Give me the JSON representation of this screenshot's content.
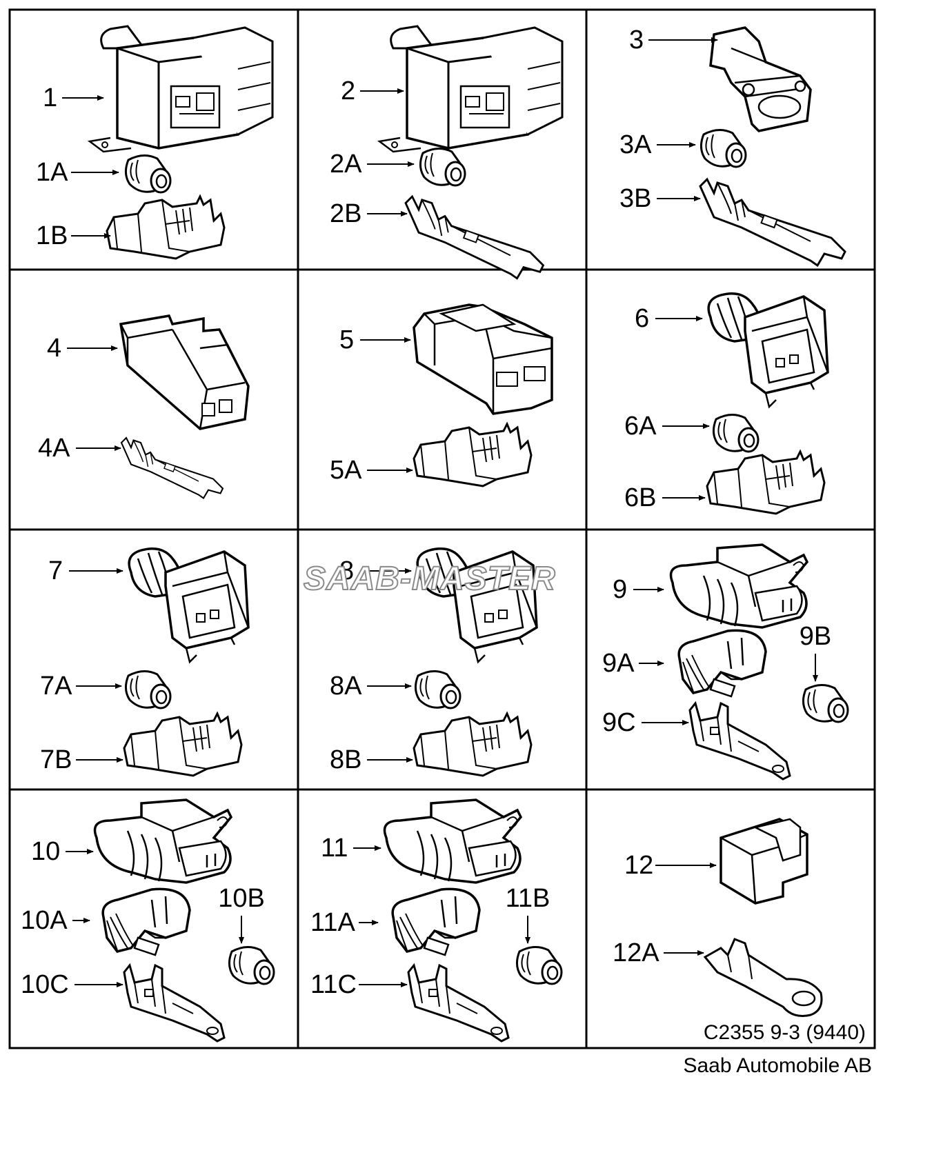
{
  "figure": {
    "drawing_code": "C2355 9-3 (9440)",
    "copyright": "Saab Automobile AB",
    "watermark": "SAAB-MASTER"
  },
  "cells": [
    {
      "labels": [
        "1",
        "1A",
        "1B"
      ]
    },
    {
      "labels": [
        "2",
        "2A",
        "2B"
      ]
    },
    {
      "labels": [
        "3",
        "3A",
        "3B"
      ]
    },
    {
      "labels": [
        "4",
        "4A"
      ]
    },
    {
      "labels": [
        "5",
        "5A"
      ]
    },
    {
      "labels": [
        "6",
        "6A",
        "6B"
      ]
    },
    {
      "labels": [
        "7",
        "7A",
        "7B"
      ]
    },
    {
      "labels": [
        "8",
        "8A",
        "8B"
      ]
    },
    {
      "labels": [
        "9",
        "9A",
        "9B",
        "9C"
      ]
    },
    {
      "labels": [
        "10",
        "10A",
        "10B",
        "10C"
      ]
    },
    {
      "labels": [
        "11",
        "11A",
        "11B",
        "11C"
      ]
    },
    {
      "labels": [
        "12",
        "12A"
      ]
    }
  ]
}
